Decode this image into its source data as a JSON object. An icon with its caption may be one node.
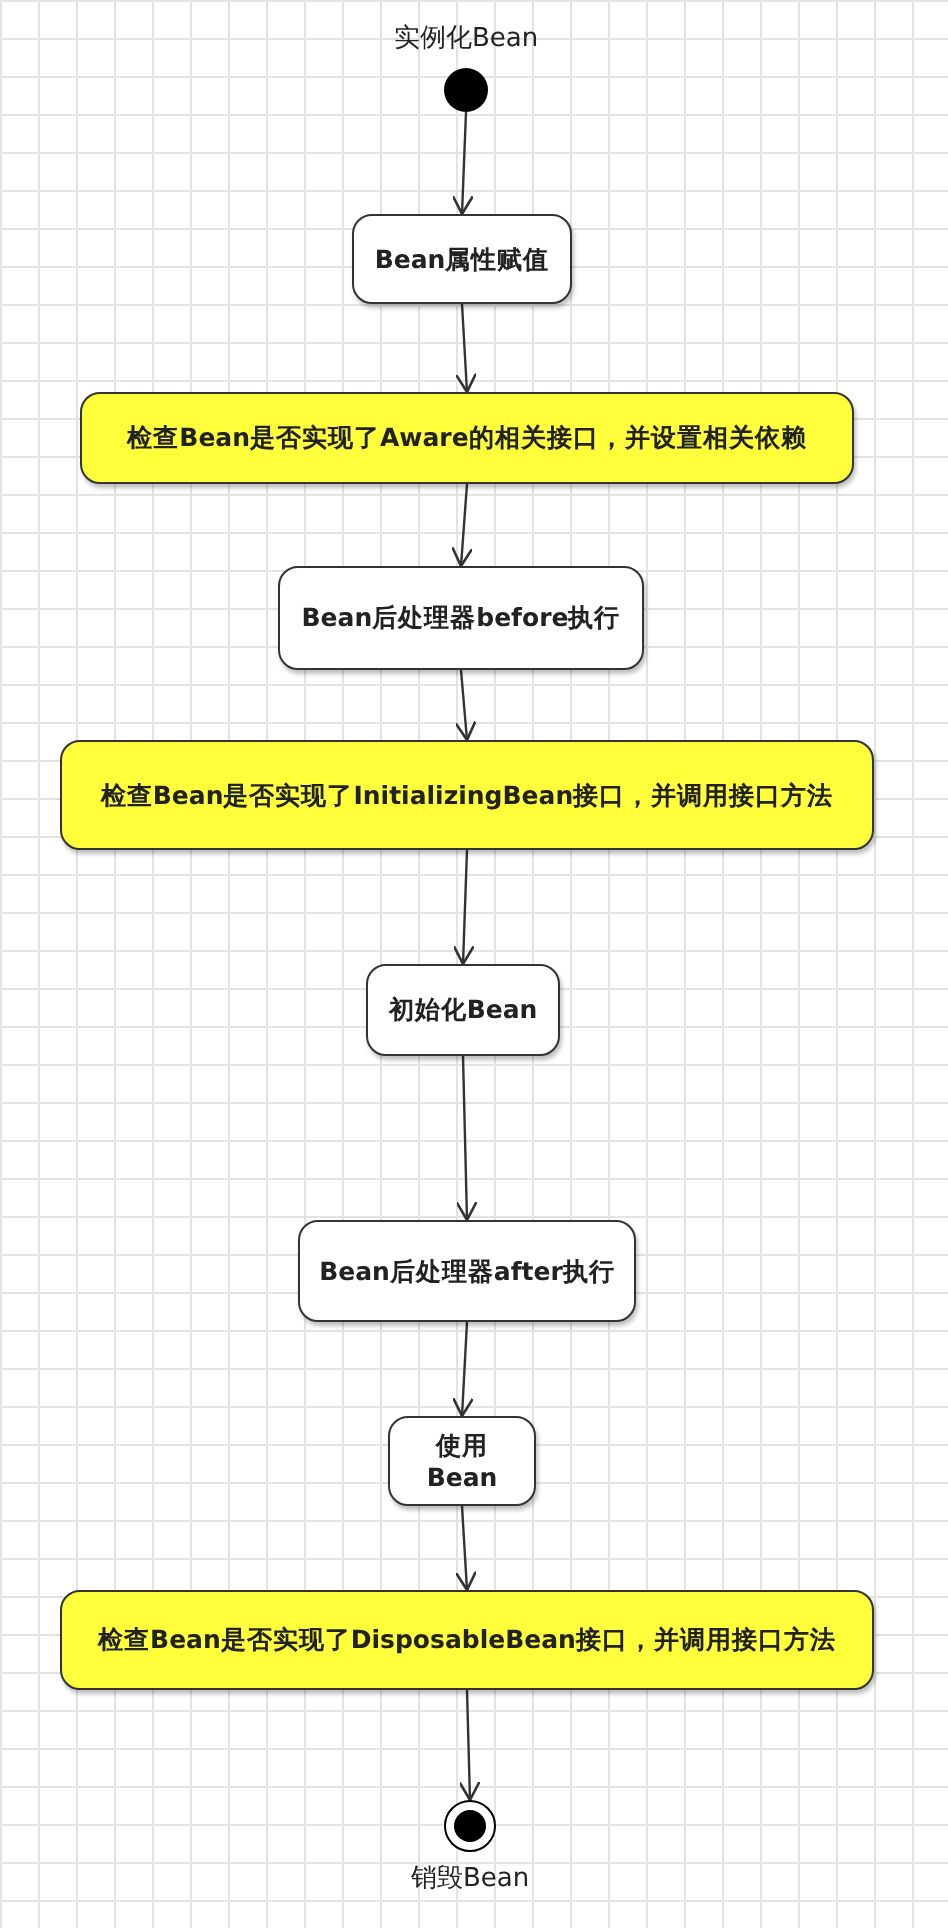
{
  "diagram": {
    "nodes": [
      {
        "text": [
          "实例化Bean"
        ]
      },
      {
        "text": [
          "Bean属性赋值"
        ]
      },
      {
        "text": [
          "检查Bean是否实现了Aware的相关接口，并设置相关依赖"
        ]
      },
      {
        "text": [
          "Bean后处理器before执行"
        ]
      },
      {
        "text": [
          "检查Bean是否实现了InitializingBean接口，并调用接口方法"
        ]
      },
      {
        "text": [
          "初始化Bean"
        ]
      },
      {
        "text": [
          "Bean后处理器after执行"
        ]
      },
      {
        "text": [
          "使用Bean"
        ]
      },
      {
        "text": [
          "检查Bean是否实现了DisposableBean接口，并调用接口方法"
        ]
      },
      {
        "text": [
          "销毁Bean"
        ]
      }
    ],
    "edges": [
      {
        "from": 0,
        "to": 1,
        "arrow": "to"
      },
      {
        "from": 1,
        "to": 2,
        "arrow": "to"
      },
      {
        "from": 2,
        "to": 3,
        "arrow": "to"
      },
      {
        "from": 3,
        "to": 4,
        "arrow": "to"
      },
      {
        "from": 4,
        "to": 5,
        "arrow": "to"
      },
      {
        "from": 5,
        "to": 6,
        "arrow": "to"
      },
      {
        "from": 6,
        "to": 7,
        "arrow": "to"
      },
      {
        "from": 7,
        "to": 8,
        "arrow": "to"
      },
      {
        "from": 8,
        "to": 9,
        "arrow": "to"
      }
    ]
  }
}
